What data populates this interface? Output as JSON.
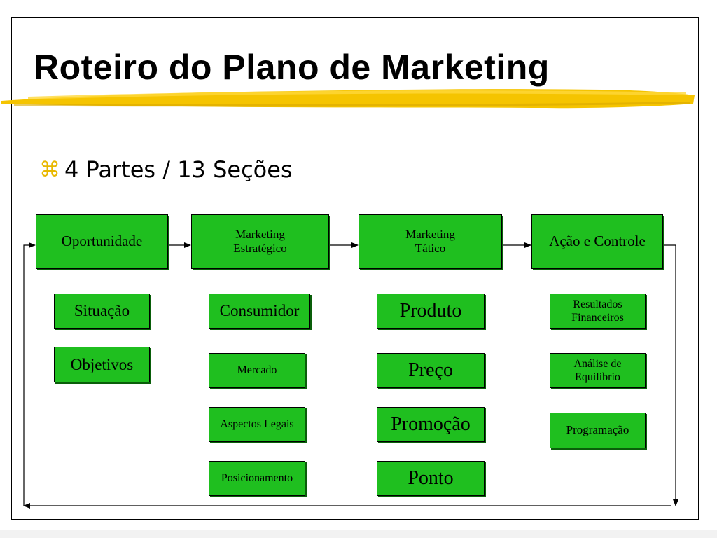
{
  "title": "Roteiro do Plano de Marketing",
  "bullet": {
    "icon": "z-bullet-icon",
    "text": "4 Partes / 13 Seções"
  },
  "colors": {
    "box_fill": "#1fbf1f",
    "highlight": "#f5c400",
    "bullet": "#e8b800"
  },
  "phases": [
    {
      "label": "Oportunidade"
    },
    {
      "label": "Marketing\nEstratégico"
    },
    {
      "label": "Marketing\nTático"
    },
    {
      "label": "Ação e Controle"
    }
  ],
  "sections": {
    "oportunidade": [
      "Situação",
      "Objetivos"
    ],
    "estrategico": [
      "Consumidor",
      "Mercado",
      "Aspectos Legais",
      "Posicionamento"
    ],
    "tatico": [
      "Produto",
      "Preço",
      "Promoção",
      "Ponto"
    ],
    "acao_controle": [
      "Resultados\nFinanceiros",
      "Análise de\nEquilíbrio",
      "Programação"
    ]
  }
}
